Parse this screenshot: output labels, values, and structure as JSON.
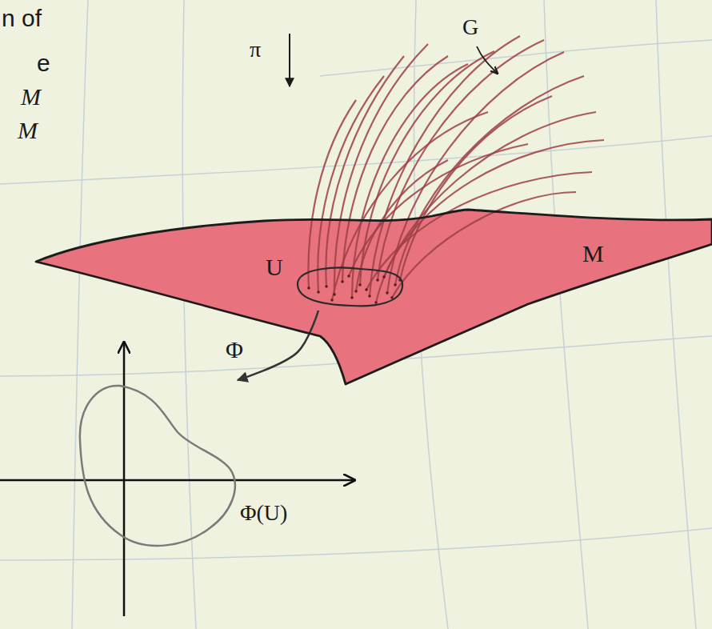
{
  "diagram": {
    "nodes": [
      {
        "text": [
          "M"
        ]
      },
      {
        "text": [
          "U"
        ],
        "in": 0
      },
      {
        "text": [
          "Φ(U)"
        ]
      }
    ],
    "edges": [
      {
        "from": 1,
        "to": 2,
        "arrow": "to",
        "label": "Φ"
      }
    ],
    "labels": [
      "n of",
      "e",
      "M",
      "M",
      "G",
      "π"
    ]
  }
}
